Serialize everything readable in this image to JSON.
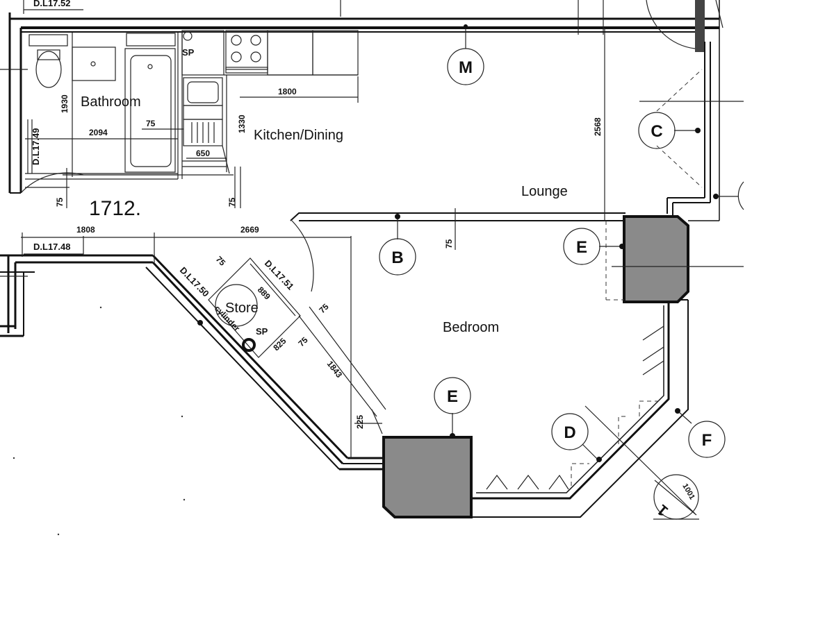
{
  "plan": {
    "unit_number": "1712.",
    "rooms": {
      "bathroom": "Bathroom",
      "kitchen": "Kitchen/Dining",
      "lounge": "Lounge",
      "bedroom": "Bedroom",
      "store": "Store",
      "cylinder": "cylinder"
    },
    "dimensions": {
      "d1930": "1930",
      "d2094": "2094",
      "d75_bath": "75",
      "d650": "650",
      "d1330": "1330",
      "d1800": "1800",
      "d2568": "2568",
      "d75_left": "75",
      "d75_right": "75",
      "d1808": "1808",
      "d2669": "2669",
      "d75_lounge": "75",
      "d75_store_a": "75",
      "d75_store_b": "75",
      "d75_store_c": "75",
      "d889": "889",
      "d825": "825",
      "d1843": "1843",
      "d225": "225"
    },
    "tags": {
      "top": "D.L17.52",
      "left": "D.L17.49",
      "mid_left": "D.L17.48",
      "store_a": "D.L17.50",
      "store_b": "D.L17.51"
    },
    "sp_labels": {
      "kitchen": "SP",
      "store": "SP"
    },
    "markers": {
      "m": "M",
      "b": "B",
      "c": "C",
      "e_upper": "E",
      "e_lower": "E",
      "d": "D",
      "f": "F"
    },
    "section": {
      "number": "1",
      "sheet": "1001"
    }
  },
  "colors": {
    "line": "#111111",
    "column_fill": "#8a8a8a",
    "background": "#ffffff"
  }
}
